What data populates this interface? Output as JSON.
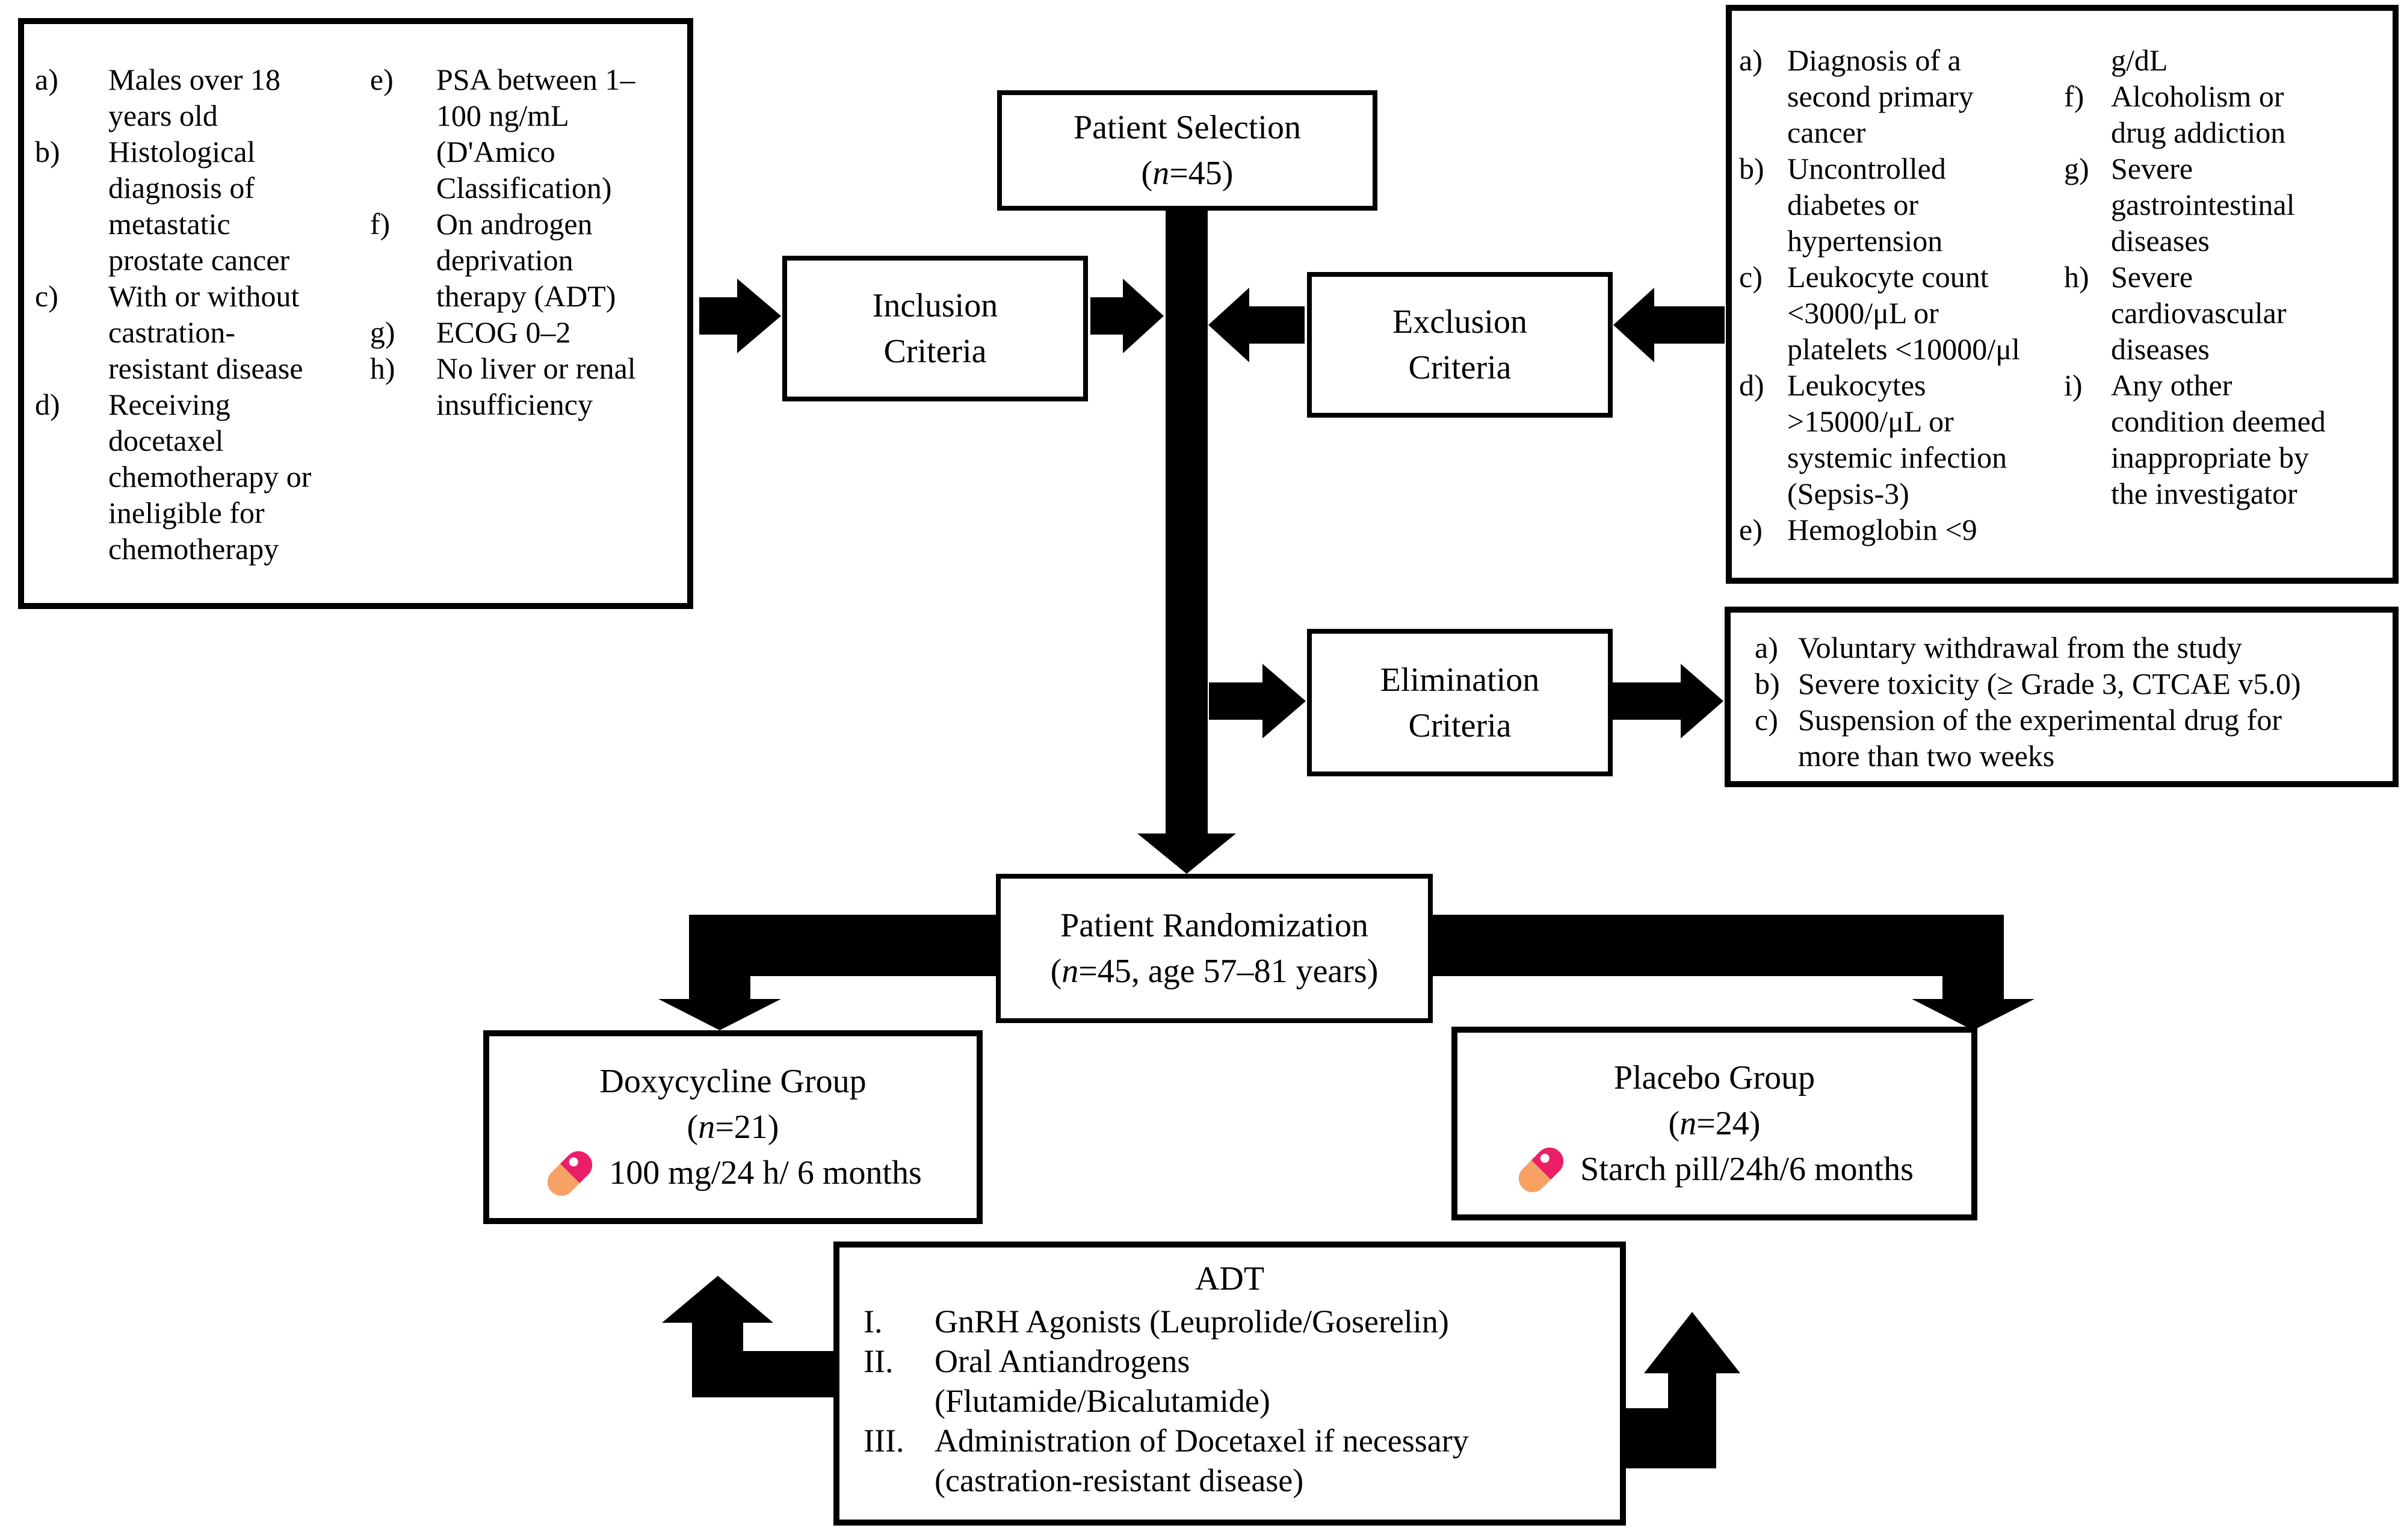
{
  "colors": {
    "ink": "#000000",
    "background": "#FFFFFF",
    "pill_pink": "#EA1F66",
    "pill_orange": "#F7A264"
  },
  "icons": {
    "pill": "pill-icon"
  },
  "patient_selection": {
    "title": "Patient Selection",
    "n_pre": "(",
    "n": "n",
    "n_post": "=45)"
  },
  "inclusion_box": {
    "line1": "Inclusion",
    "line2": "Criteria"
  },
  "exclusion_box": {
    "line1": "Exclusion",
    "line2": "Criteria"
  },
  "elimination_box": {
    "line1": "Elimination",
    "line2": "Criteria"
  },
  "randomization": {
    "title": "Patient Randomization",
    "n_pre": "(",
    "n": "n",
    "n_post": "=45, age 57–81 years)"
  },
  "doxycycline": {
    "title": "Doxycycline Group",
    "n_pre": "(",
    "n": "n",
    "n_post": "=21)",
    "dose": "100 mg/24 h/ 6 months"
  },
  "placebo": {
    "title": "Placebo Group",
    "n_pre": "(",
    "n": "n",
    "n_post": "=24)",
    "dose": "Starch pill/24h/6 months"
  },
  "adt": {
    "title": "ADT",
    "items": [
      {
        "label": "I.",
        "text": "GnRH Agonists (Leuprolide/Goserelin)"
      },
      {
        "label": "II.",
        "text": "Oral Antiandrogens\n(Flutamide/Bicalutamide)"
      },
      {
        "label": "III.",
        "text": "Administration of Docetaxel if necessary\n(castration-resistant disease)"
      }
    ]
  },
  "inclusion_list": {
    "col1": [
      {
        "label": "a)",
        "text": "Males over 18\nyears old"
      },
      {
        "label": "b)",
        "text": "Histological\ndiagnosis of\nmetastatic\nprostate cancer"
      },
      {
        "label": "c)",
        "text": "With or without\ncastration-\nresistant disease"
      },
      {
        "label": "d)",
        "text": "Receiving\ndocetaxel\nchemotherapy or\nineligible for\nchemotherapy"
      }
    ],
    "col2": [
      {
        "label": "e)",
        "text": "PSA between 1–\n100 ng/mL\n(D'Amico\nClassification)"
      },
      {
        "label": "f)",
        "text": "On androgen\ndeprivation\ntherapy (ADT)"
      },
      {
        "label": "g)",
        "text": "ECOG 0–2"
      },
      {
        "label": "h)",
        "text": "No liver or renal\ninsufficiency"
      }
    ]
  },
  "exclusion_list": {
    "col1": [
      {
        "label": "a)",
        "text": "Diagnosis of a\nsecond primary\ncancer"
      },
      {
        "label": "b)",
        "text": "Uncontrolled\ndiabetes or\nhypertension"
      },
      {
        "label": "c)",
        "text": "Leukocyte count\n<3000/μL or\nplatelets <10000/μl"
      },
      {
        "label": "d)",
        "text": "Leukocytes\n>15000/μL or\nsystemic infection\n(Sepsis-3)"
      },
      {
        "label": "e)",
        "text": "Hemoglobin <9"
      }
    ],
    "col2_overflow": "g/dL",
    "col2": [
      {
        "label": "f)",
        "text": "Alcoholism or\ndrug addiction"
      },
      {
        "label": "g)",
        "text": "Severe\ngastrointestinal\ndiseases"
      },
      {
        "label": "h)",
        "text": "Severe\ncardiovascular\ndiseases"
      },
      {
        "label": "i)",
        "text": "Any other\ncondition deemed\ninappropriate by\nthe investigator"
      }
    ]
  },
  "elimination_list": {
    "items": [
      {
        "label": "a)",
        "text": "Voluntary withdrawal from the study"
      },
      {
        "label": "b)",
        "text": "Severe toxicity (≥ Grade 3, CTCAE v5.0)"
      },
      {
        "label": "c)",
        "text": "Suspension of the experimental drug for\nmore than two weeks"
      }
    ]
  }
}
